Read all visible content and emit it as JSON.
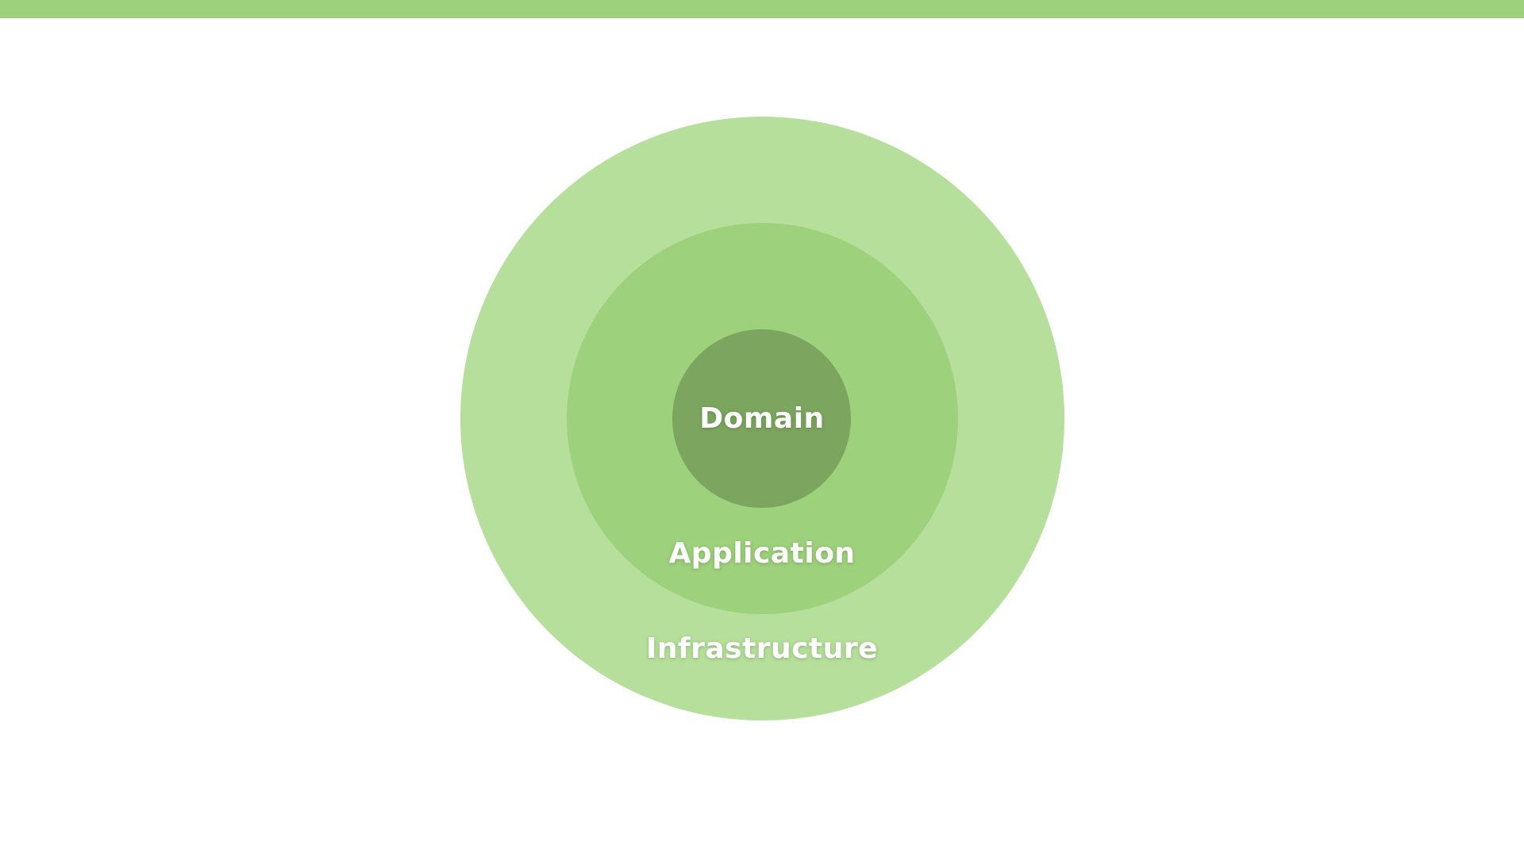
{
  "colors": {
    "top_bar": "#9dd17b",
    "infrastructure": "#b6df9c",
    "application": "#9dd17b",
    "domain": "#7ca55f",
    "label_text": "#ffffff",
    "background": "#ffffff"
  },
  "diagram": {
    "layers": {
      "domain": {
        "label": "Domain"
      },
      "application": {
        "label": "Application"
      },
      "infrastructure": {
        "label": "Infrastructure"
      }
    }
  }
}
